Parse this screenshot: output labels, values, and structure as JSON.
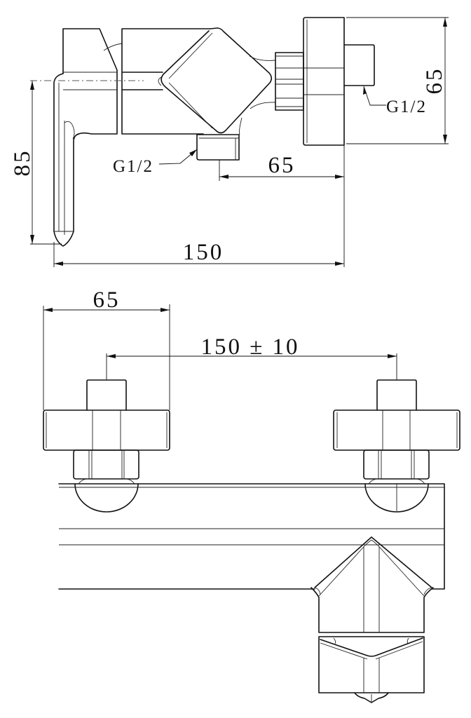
{
  "side_view": {
    "dim_handle_height": "85",
    "dim_flange_height": "65",
    "dim_outlet_offset": "65",
    "dim_total_depth": "150",
    "thread_inlet": "G1/2",
    "thread_outlet": "G1/2"
  },
  "front_view": {
    "dim_flange_depth": "65",
    "dim_inlet_spacing": "150 ± 10"
  }
}
